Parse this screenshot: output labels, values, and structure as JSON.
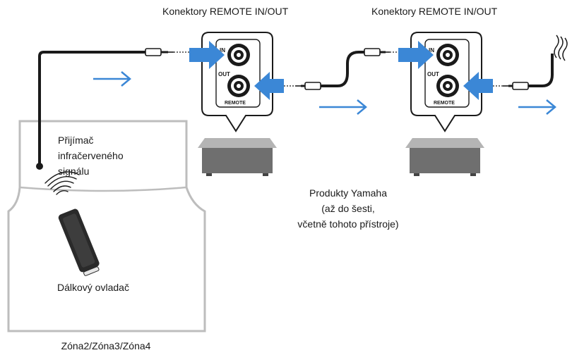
{
  "labels": {
    "connector_left": "Konektory REMOTE IN/OUT",
    "connector_right": "Konektory REMOTE IN/OUT",
    "receiver_line1": "Přijímač",
    "receiver_line2": "infračerveného",
    "receiver_line3": "signálu",
    "remote": "Dálkový ovladač",
    "products_line1": "Produkty Yamaha",
    "products_line2": "(až do šesti,",
    "products_line3": "včetně tohoto přístroje)",
    "zones": "Zóna2/Zóna3/Zóna4"
  },
  "jack_labels": {
    "in": "IN",
    "out": "OUT",
    "panel": "REMOTE"
  },
  "icons": [
    "infrared-receiver-icon",
    "remote-control-icon",
    "ir-signal-icon",
    "mini-plug-icon",
    "signal-flow-arrow-icon",
    "yamaha-product-icon"
  ],
  "colors": {
    "arrow": "#3b87d6",
    "cable": "#1a1a1a",
    "product_top": "#a8a8a8",
    "product_front": "#6f6f6f",
    "room_outline": "#bdbdbd"
  }
}
